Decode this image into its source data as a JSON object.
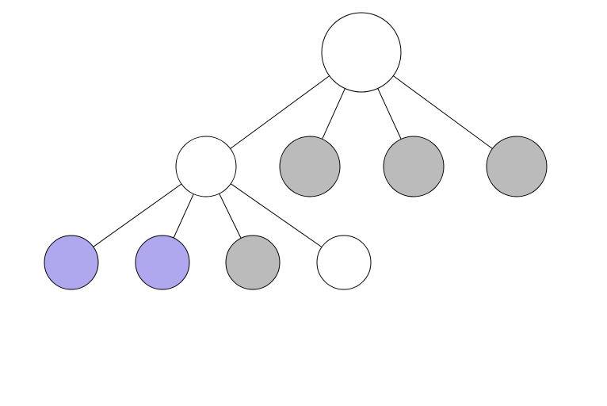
{
  "colors": {
    "white": "#ffffff",
    "gray": "#bbbbbb",
    "purple": "#afa8ee",
    "stroke": "#000000",
    "background": "#ffffff"
  },
  "tree": {
    "nodes": [
      {
        "id": "root",
        "color": "white"
      },
      {
        "id": "child-1",
        "parent": "root",
        "color": "white"
      },
      {
        "id": "child-2",
        "parent": "root",
        "color": "gray"
      },
      {
        "id": "child-3",
        "parent": "root",
        "color": "gray"
      },
      {
        "id": "child-4",
        "parent": "root",
        "color": "gray"
      },
      {
        "id": "grandchild-1",
        "parent": "child-1",
        "color": "purple"
      },
      {
        "id": "grandchild-2",
        "parent": "child-1",
        "color": "purple"
      },
      {
        "id": "grandchild-3",
        "parent": "child-1",
        "color": "gray"
      },
      {
        "id": "grandchild-4",
        "parent": "child-1",
        "color": "white"
      }
    ]
  }
}
